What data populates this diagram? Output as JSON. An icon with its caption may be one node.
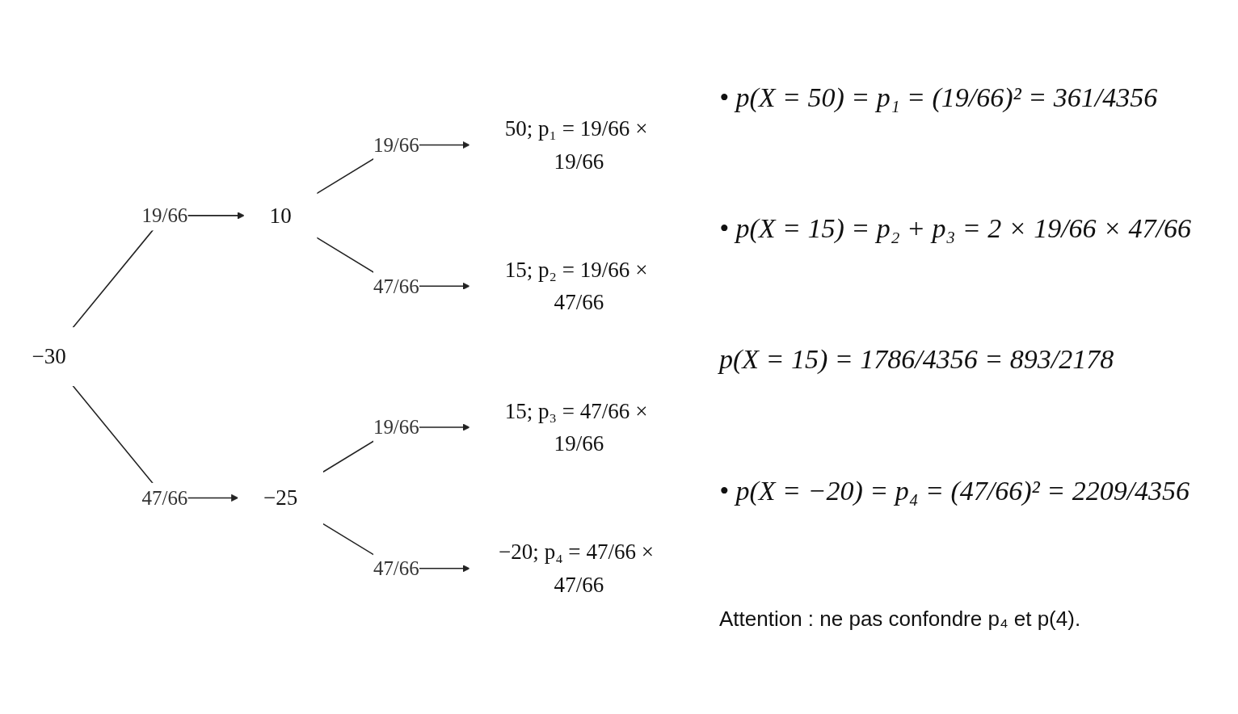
{
  "diagram": {
    "nodes": [
      {
        "text": [
          "−30"
        ]
      },
      {
        "text": [
          "10"
        ]
      },
      {
        "text": [
          "−25"
        ]
      },
      {
        "text": [
          "50; p₁ = 19/66 × 19/66"
        ]
      },
      {
        "text": [
          "15; p₂ = 19/66 × 47/66"
        ]
      },
      {
        "text": [
          "15; p₃ = 47/66 × 19/66"
        ]
      },
      {
        "text": [
          "−20; p₄ = 47/66 × 47/66"
        ]
      }
    ],
    "edges": [
      {
        "from": 0,
        "to": 1,
        "arrow": "to",
        "label": "19/66"
      },
      {
        "from": 0,
        "to": 2,
        "arrow": "to",
        "label": "47/66"
      },
      {
        "from": 1,
        "to": 3,
        "arrow": "to",
        "label": "19/66"
      },
      {
        "from": 1,
        "to": 4,
        "arrow": "to",
        "label": "47/66"
      },
      {
        "from": 2,
        "to": 5,
        "arrow": "to",
        "label": "19/66"
      },
      {
        "from": 2,
        "to": 6,
        "arrow": "to",
        "label": "47/66"
      }
    ],
    "labels": [
      "• p(X = 50) = p₁ = (19/66)² = 361/4356",
      "• p(X = 15) = p₂ + p₃ = 2 × 19/66 × 47/66",
      "p(X = 15) = 1786/4356 = 893/2178",
      "• p(X = −20) = p₄ = (47/66)² = 2209/4356",
      "Attention : ne pas confondre p₄ et p(4)."
    ]
  }
}
